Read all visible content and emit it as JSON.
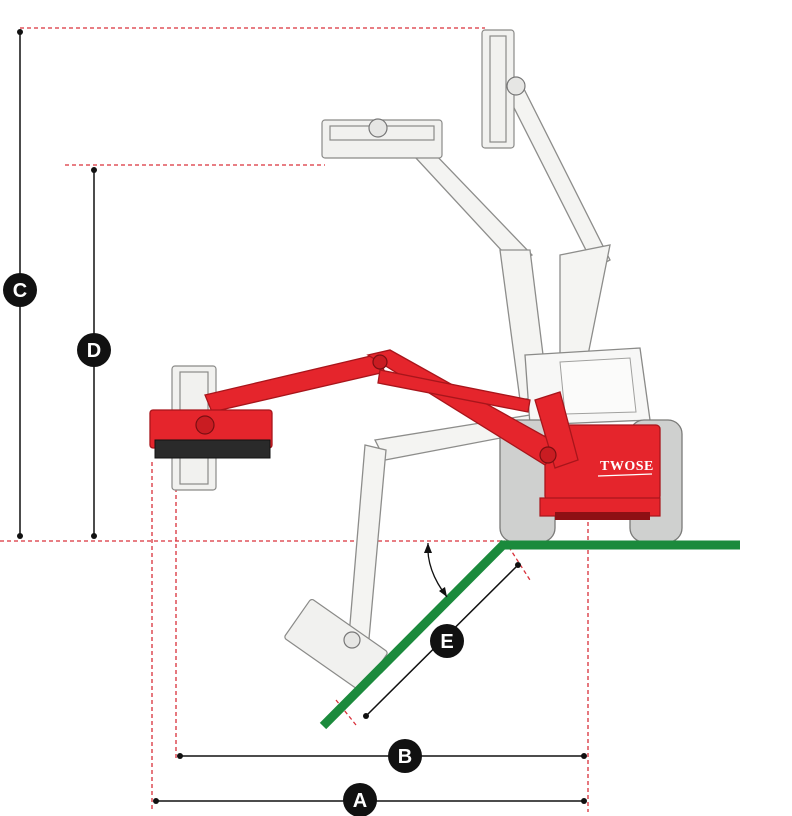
{
  "diagram": {
    "labels": {
      "a": "A",
      "b": "B",
      "c": "C",
      "d": "D",
      "e": "E"
    },
    "brand": "TWOSE",
    "colors": {
      "machine_red": "#e5252c",
      "ground_green": "#1b8a3c",
      "dimension_dash": "#d9303a",
      "badge_fill": "#111111",
      "ghost_grey": "#8a8a88"
    }
  }
}
